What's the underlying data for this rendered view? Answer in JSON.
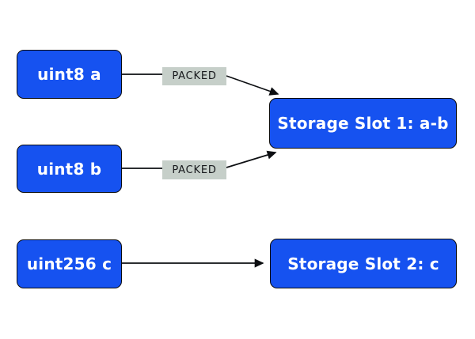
{
  "diagram": {
    "nodes": {
      "uint8_a": {
        "label": "uint8 a"
      },
      "uint8_b": {
        "label": "uint8 b"
      },
      "uint256_c": {
        "label": "uint256 c"
      },
      "slot1": {
        "label": "Storage Slot 1: a-b"
      },
      "slot2": {
        "label": "Storage Slot 2: c"
      }
    },
    "edge_labels": {
      "packed_a": "PACKED",
      "packed_b": "PACKED"
    },
    "edges": [
      {
        "from": "uint8_a",
        "to": "slot1",
        "label": "PACKED"
      },
      {
        "from": "uint8_b",
        "to": "slot1",
        "label": "PACKED"
      },
      {
        "from": "uint256_c",
        "to": "slot2",
        "label": ""
      }
    ]
  },
  "colors": {
    "node_fill": "#1652f0",
    "node_text": "#ffffff",
    "node_border": "#0a0b0d",
    "edge_label_bg": "#c6cfc9",
    "edge_label_text": "#17191c",
    "arrow": "#0d0f12",
    "background": "#ffffff"
  }
}
